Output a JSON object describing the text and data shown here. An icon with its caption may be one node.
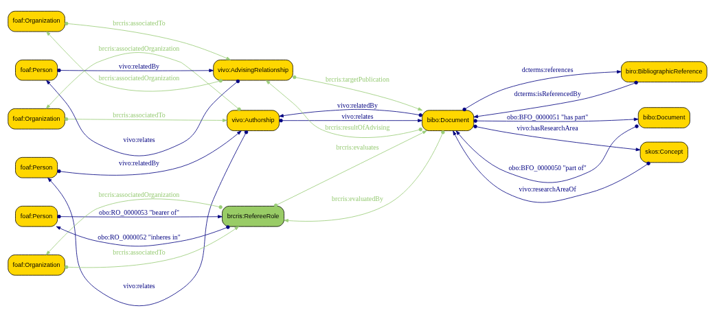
{
  "diagram": {
    "nodes": [
      {
        "text": [
          "foaf:Organization"
        ]
      },
      {
        "text": [
          "foaf:Person"
        ]
      },
      {
        "text": [
          "vivo:Authorship"
        ]
      },
      {
        "text": [
          "biro:BibliographicReference"
        ]
      },
      {
        "text": [
          "foaf:Organization"
        ]
      },
      {
        "text": [
          "foaf:Person"
        ]
      },
      {
        "text": [
          "vivo:AdvisingRelationship"
        ]
      },
      {
        "text": [
          "bibo:Document"
        ]
      },
      {
        "text": [
          "bibo:Document"
        ]
      },
      {
        "text": [
          "foaf:Organization"
        ]
      },
      {
        "text": [
          "foaf:Person"
        ]
      },
      {
        "text": [
          "brcris:RefereeRole"
        ]
      },
      {
        "text": [
          "skos:Concept"
        ]
      }
    ],
    "edges": [
      {
        "from": 2,
        "to": 0,
        "arrow": "to",
        "label": "brcris:associatedOrganization",
        "color": "#99cc77"
      },
      {
        "from": 0,
        "to": 2,
        "arrow": "to",
        "label": "brcris:associatedTo",
        "color": "#99cc77"
      },
      {
        "from": 2,
        "to": 1,
        "arrow": "to",
        "label": "vivo:relates"
      },
      {
        "from": 1,
        "to": 2,
        "arrow": "to",
        "label": "vivo:relatedBy"
      },
      {
        "from": 2,
        "to": 7,
        "arrow": "to",
        "label": "vivo:relates"
      },
      {
        "from": 7,
        "to": 2,
        "arrow": "to",
        "label": "vivo:relatedBy"
      },
      {
        "from": 7,
        "to": 3,
        "arrow": "to",
        "label": "dcterms:references"
      },
      {
        "from": 3,
        "to": 7,
        "arrow": "to",
        "label": "dcterms:isReferencedBy"
      },
      {
        "from": 6,
        "to": 4,
        "arrow": "to",
        "label": "brcris:associatedOrganization",
        "color": "#99cc77"
      },
      {
        "from": 4,
        "to": 6,
        "arrow": "to",
        "label": "brcris:associatedTo",
        "color": "#99cc77"
      },
      {
        "from": 6,
        "to": 5,
        "arrow": "to",
        "label": "vivo:relates"
      },
      {
        "from": 5,
        "to": 6,
        "arrow": "to",
        "label": "vivo:relatedBy"
      },
      {
        "from": 7,
        "to": 6,
        "arrow": "to",
        "label": "brcris:resultOfAdvising",
        "color": "#99cc77"
      },
      {
        "from": 6,
        "to": 7,
        "arrow": "to",
        "label": "brcris:targetPublication",
        "color": "#99cc77"
      },
      {
        "from": 7,
        "to": 8,
        "arrow": "to",
        "label": "obo:BFO_0000051 \"has part\""
      },
      {
        "from": 8,
        "to": 7,
        "arrow": "to",
        "label": "obo:BFO_0000050 \"part of\""
      },
      {
        "from": 7,
        "to": 11,
        "arrow": "to",
        "label": "brcris:evaluatedBy",
        "color": "#99cc77"
      },
      {
        "from": 11,
        "to": 7,
        "arrow": "to",
        "label": "brcris:evaluates",
        "color": "#99cc77"
      },
      {
        "from": 7,
        "to": 12,
        "arrow": "to",
        "label": "vivo:hasResearchArea"
      },
      {
        "from": 12,
        "to": 7,
        "arrow": "to",
        "label": "vivo:researchAreaOf"
      },
      {
        "from": 11,
        "to": 9,
        "arrow": "to",
        "label": "brcris:associatedOrganization",
        "color": "#99cc77"
      },
      {
        "from": 9,
        "to": 11,
        "arrow": "to",
        "label": "brcris:associatedTo",
        "color": "#99cc77"
      },
      {
        "from": 11,
        "to": 10,
        "arrow": "to",
        "label": "obo:RO_0000052 \"inheres in\""
      },
      {
        "from": 10,
        "to": 11,
        "arrow": "to",
        "label": "obo:RO_0000053 \"bearer of\""
      }
    ]
  }
}
